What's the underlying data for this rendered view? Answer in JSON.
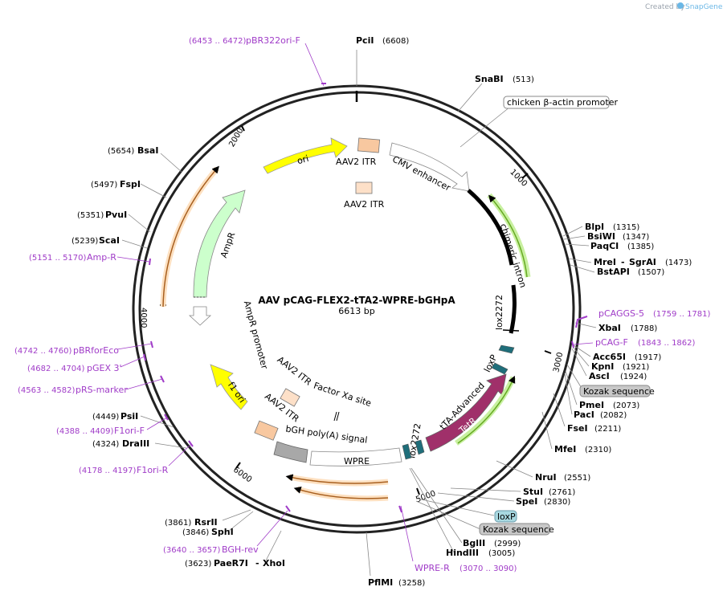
{
  "credit": {
    "text": "Created by",
    "logo_text": "SnapGene"
  },
  "plasmid": {
    "name": "AAV pCAG-FLEX2-tTA2-WPRE-bGHpA",
    "size": "6613 bp"
  },
  "ticks": [
    "1000",
    "2000",
    "3000",
    "4000",
    "5000",
    "6000"
  ],
  "features": {
    "ori": "ori",
    "aav2_itr_top": "AAV2 ITR",
    "aav2_itr_inner": "AAV2 ITR",
    "cmv_enhancer": "CMV enhancer",
    "chimeric_intron": "chimeric intron",
    "lox2272_right": "lox2272",
    "loxp": "loxP",
    "tetr": "TetR",
    "tta_advanced": "tTA-Advanced",
    "lox2272_bottom": "lox2272",
    "wpre": "WPRE",
    "bgh_polya": "bGH poly(A) signal",
    "aav2_itr_bottom": "AAV2 ITR",
    "aav2_itr_bottom2": "AAV2 ITR",
    "factor_xa": "Factor Xa site",
    "f1_ori": "f1 ori",
    "ampr": "AmpR",
    "ampr_promoter": "AmpR promoter"
  },
  "boxed_labels": {
    "chicken_actin": "chicken β-actin promoter",
    "kozak_right": "Kozak sequence",
    "loxp_box": "loxP",
    "kozak_bottom": "Kozak sequence"
  },
  "sites": {
    "pcii": {
      "name": "PciI",
      "pos": "(6608)"
    },
    "snabi": {
      "name": "SnaBI",
      "pos": "(513)"
    },
    "blpi": {
      "name": "BlpI",
      "pos": "(1315)"
    },
    "bsiwi": {
      "name": "BsiWI",
      "pos": "(1347)"
    },
    "paqci": {
      "name": "PaqCI",
      "pos": "(1385)"
    },
    "mrei": {
      "name": "MreI",
      "sep": "- ",
      "name2": "SgrAI",
      "pos": "(1473)"
    },
    "bstapi": {
      "name": "BstAPI",
      "pos": "(1507)"
    },
    "xbai": {
      "name": "XbaI",
      "pos": "(1788)"
    },
    "acc65i": {
      "name": "Acc65I",
      "pos": "(1917)"
    },
    "kpni": {
      "name": "KpnI",
      "pos": "(1921)"
    },
    "asci": {
      "name": "AscI",
      "pos": "(1924)"
    },
    "pmei": {
      "name": "PmeI",
      "pos": "(2073)"
    },
    "paci": {
      "name": "PacI",
      "pos": "(2082)"
    },
    "fsei": {
      "name": "FseI",
      "pos": "(2211)"
    },
    "mfei": {
      "name": "MfeI",
      "pos": "(2310)"
    },
    "nrui": {
      "name": "NruI",
      "pos": "(2551)"
    },
    "stui": {
      "name": "StuI",
      "pos": "(2761)"
    },
    "spei": {
      "name": "SpeI",
      "pos": "(2830)"
    },
    "bglii": {
      "name": "BglII",
      "pos": "(2999)"
    },
    "hindiii": {
      "name": "HindIII",
      "pos": "(3005)"
    },
    "pflmi": {
      "name": "PflMI",
      "pos": "(3258)"
    },
    "paer7i": {
      "name": "PaeR7I",
      "sep": "- ",
      "name2": "XhoI",
      "pos": "(3623)"
    },
    "sphi": {
      "name": "SphI",
      "pos": "(3846)"
    },
    "rsrii": {
      "name": "RsrII",
      "pos": "(3861)"
    },
    "draiii": {
      "name": "DraIII",
      "pos": "(4324)"
    },
    "psii": {
      "name": "PsiI",
      "pos": "(4449)"
    },
    "scai": {
      "name": "ScaI",
      "pos": "(5239)"
    },
    "pvui": {
      "name": "PvuI",
      "pos": "(5351)"
    },
    "fspi": {
      "name": "FspI",
      "pos": "(5497)"
    },
    "bsai": {
      "name": "BsaI",
      "pos": "(5654)"
    }
  },
  "primers": {
    "pbr322": {
      "range": "(6453 .. 6472)",
      "name": "pBR322ori-F"
    },
    "pcaggs5": {
      "name": "pCAGGS-5",
      "range": "(1759 .. 1781)"
    },
    "pcagf": {
      "name": "pCAG-F",
      "range": "(1843 .. 1862)"
    },
    "wprer": {
      "name": "WPRE-R",
      "range": "(3070 .. 3090)"
    },
    "bghrev": {
      "range": "(3640 .. 3657)",
      "name": "BGH-rev"
    },
    "f1orir": {
      "range": "(4178 .. 4197)",
      "name": "F1ori-R"
    },
    "f1orif": {
      "range": "(4388 .. 4409)",
      "name": "F1ori-F"
    },
    "prs": {
      "range": "(4563 .. 4582)",
      "name": "pRS-marker"
    },
    "pgex": {
      "range": "(4682 .. 4704)",
      "name": "pGEX 3'"
    },
    "pbrfor": {
      "range": "(4742 .. 4760)",
      "name": "pBRforEco"
    },
    "ampr": {
      "range": "(5151 .. 5170)",
      "name": "Amp-R"
    }
  },
  "colors": {
    "ori": "#ffff00",
    "itr": "#f8c8a0",
    "ampr": "#ccffcc",
    "f1ori": "#ffff00",
    "tetr": "#a0306a",
    "lox": "#1f6e7a",
    "polya": "#a8a8a8",
    "green_feature": "#66aa22",
    "orange_feature": "#f6b060",
    "primer": "#a03cc8"
  }
}
